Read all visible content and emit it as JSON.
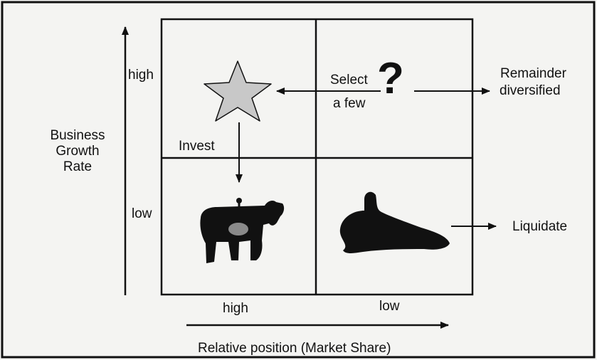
{
  "axes": {
    "y_label_lines": [
      "Business",
      "Growth",
      "Rate"
    ],
    "y_high": "high",
    "y_low": "low",
    "x_high": "high",
    "x_low": "low",
    "x_label": "Relative position (Market Share)"
  },
  "quadrants": {
    "star_icon": "star-icon",
    "question_icon": "question-mark-icon",
    "cow_icon": "cow-icon",
    "dog_icon": "dog-icon",
    "question_glyph": "?"
  },
  "annotations": {
    "select_line1": "Select",
    "select_line2": "a few",
    "remainder_line1": "Remainder",
    "remainder_line2": "diversified",
    "invest": "Invest",
    "liquidate": "Liquidate"
  },
  "colors": {
    "star_fill": "#c8c8c8",
    "ink": "#111111",
    "background": "#f4f4f2"
  }
}
